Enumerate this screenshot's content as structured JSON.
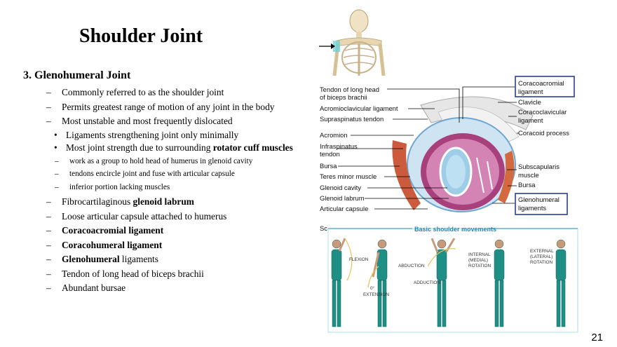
{
  "slide": {
    "title": "Shoulder Joint",
    "heading": "3. Glenohumeral Joint",
    "page_number": "21"
  },
  "bullets": {
    "b1": "Commonly referred to as the shoulder joint",
    "b2": "Permits greatest range of motion of any joint in the body",
    "b3": "Most unstable and most frequently dislocated",
    "b3_sub1": "Ligaments strengthening joint only minimally",
    "b3_sub2_pre": "Most joint strength due to surrounding ",
    "b3_sub2_bold": "rotator cuff muscles",
    "b3_sub2_sub1": "work as a group to hold head of humerus in glenoid cavity",
    "b3_sub2_sub2": "tendons encircle joint and fuse with articular capsule",
    "b3_sub2_sub3": "inferior portion lacking muscles",
    "b4_pre": "Fibrocartilaginous ",
    "b4_bold": "glenoid labrum",
    "b5": "Loose articular capsule attached to humerus",
    "b6": "Coracoacromial ligament",
    "b7": "Coracohumeral ligament",
    "b8_bold": "Glenohumeral",
    "b8_post": " ligaments",
    "b9": "Tendon of long head of biceps brachii",
    "b10": "Abundant bursae"
  },
  "diagram_labels": {
    "left": [
      "Tendon of long head",
      "of biceps brachii",
      "Acromioclavicular ligament",
      "Supraspinatus tendon",
      "Acromion",
      "Infraspinatus",
      "tendon",
      "Bursa",
      "Teres minor muscle",
      "Glenoid cavity",
      "Glenoid labrum",
      "Articular capsule",
      "Sc"
    ],
    "right": [
      "Coracoacromial",
      "ligament",
      "Clavicle",
      "Coracoclavicular",
      "ligament",
      "Coracoid process",
      "Subscapularis",
      "muscle",
      "Bursa",
      "Glenohumeral",
      "ligaments"
    ]
  },
  "movements": {
    "title": "Basic shoulder movements",
    "labels": [
      "FLEXION",
      "ABDUCTION",
      "ADDUCTION",
      "0°",
      "EXTENSION",
      "INTERNAL",
      "(MEDIAL)",
      "ROTATION",
      "EXTERNAL",
      "(LATERAL)",
      "ROTATION"
    ]
  },
  "colors": {
    "highlight_box": "#2a3f8f",
    "figure_teal": "#1f8f86",
    "accent_blue": "#1a87b8"
  }
}
